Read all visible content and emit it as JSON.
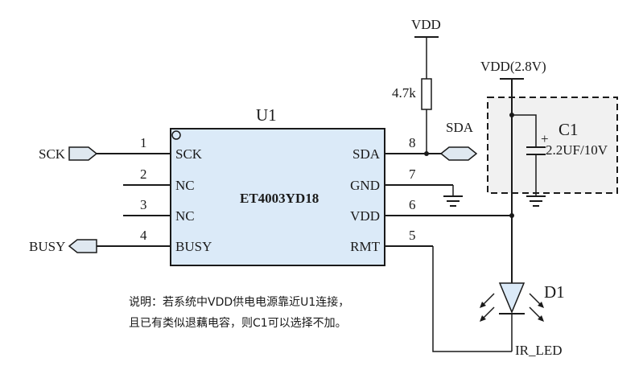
{
  "component": {
    "ref": "U1",
    "part": "ET4003YD18",
    "pins": [
      {
        "num": "1",
        "name": "SCK"
      },
      {
        "num": "2",
        "name": "NC"
      },
      {
        "num": "3",
        "name": "NC"
      },
      {
        "num": "4",
        "name": "BUSY"
      },
      {
        "num": "8",
        "name": "SDA"
      },
      {
        "num": "7",
        "name": "GND"
      },
      {
        "num": "6",
        "name": "VDD"
      },
      {
        "num": "5",
        "name": "RMT"
      }
    ]
  },
  "nets": {
    "sck": "SCK",
    "busy": "BUSY",
    "sda": "SDA",
    "vdd_top": "VDD",
    "vdd_28": "VDD(2.8V)"
  },
  "resistor": {
    "value": "4.7k"
  },
  "capacitor": {
    "ref": "C1",
    "value": "2.2UF/10V",
    "polarity": "+"
  },
  "diode": {
    "ref": "D1",
    "net": "IR_LED"
  },
  "note": {
    "line1": "说明：若系统中VDD供电电源靠近U1连接，",
    "line2": "且已有类似退藕电容，则C1可以选择不加。"
  },
  "colors": {
    "chip_fill": "#dbeaf8",
    "cap_box_fill": "#f1f1f1",
    "port_fill": "#dfe8f0",
    "ink": "#1a1a1a"
  }
}
